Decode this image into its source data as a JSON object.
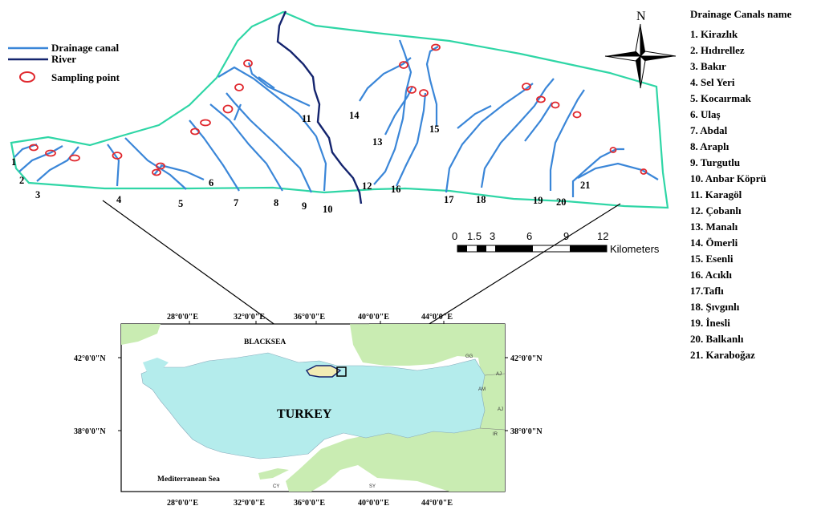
{
  "legend": {
    "items": [
      {
        "label": "Drainage canal",
        "color": "#3a86d8"
      },
      {
        "label": "River",
        "color": "#14246e"
      },
      {
        "label": "Sampling point",
        "color": "#e0282e"
      }
    ]
  },
  "canal_list": {
    "title": "Drainage Canals name",
    "items": [
      "1. Kirazlık",
      "2. Hıdırellez",
      "3. Bakır",
      "4. Sel Yeri",
      "5. Kocaırmak",
      "6. Ulaş",
      "7. Abdal",
      "8. Araplı",
      "9. Turgutlu",
      "10. Anbar Köprü",
      "11. Karagöl",
      "12. Çobanlı",
      "13. Manalı",
      "14. Ömerli",
      "15. Esenli",
      "16. Acıklı",
      "17.Taflı",
      "18. Şıvgınlı",
      "19. İnesli",
      "20. Balkanlı",
      "21. Karaboğaz"
    ]
  },
  "canal_numbers": [
    "1",
    "2",
    "3",
    "4",
    "5",
    "6",
    "7",
    "8",
    "9",
    "10",
    "11",
    "12",
    "13",
    "14",
    "15",
    "16",
    "17",
    "18",
    "19",
    "20",
    "21"
  ],
  "north_arrow": {
    "label": "N"
  },
  "scale_bar": {
    "ticks": [
      "0",
      "1.5",
      "3",
      "6",
      "9",
      "12"
    ],
    "unit": "Kilometers"
  },
  "inset": {
    "lon_labels": [
      "28°0'0\"E",
      "32°0'0\"E",
      "36°0'0\"E",
      "40°0'0\"E",
      "44°0'0\"E"
    ],
    "lat_labels": [
      "42°0'0\"N",
      "38°0'0\"N"
    ],
    "country": "TURKEY",
    "black_sea": "BLACKSEA",
    "med_sea": "Mediterranean Sea",
    "neighbors": [
      "GG",
      "AJ",
      "AM",
      "AJ",
      "IR",
      "SY",
      "CY"
    ]
  },
  "colors": {
    "boundary": "#2fd6a6",
    "canal": "#3a86d8",
    "river": "#14246e",
    "sample": "#e0282e",
    "turkey": "#b4ecec",
    "land": "#c9ecb2",
    "study_area": "#f2ecb4"
  }
}
